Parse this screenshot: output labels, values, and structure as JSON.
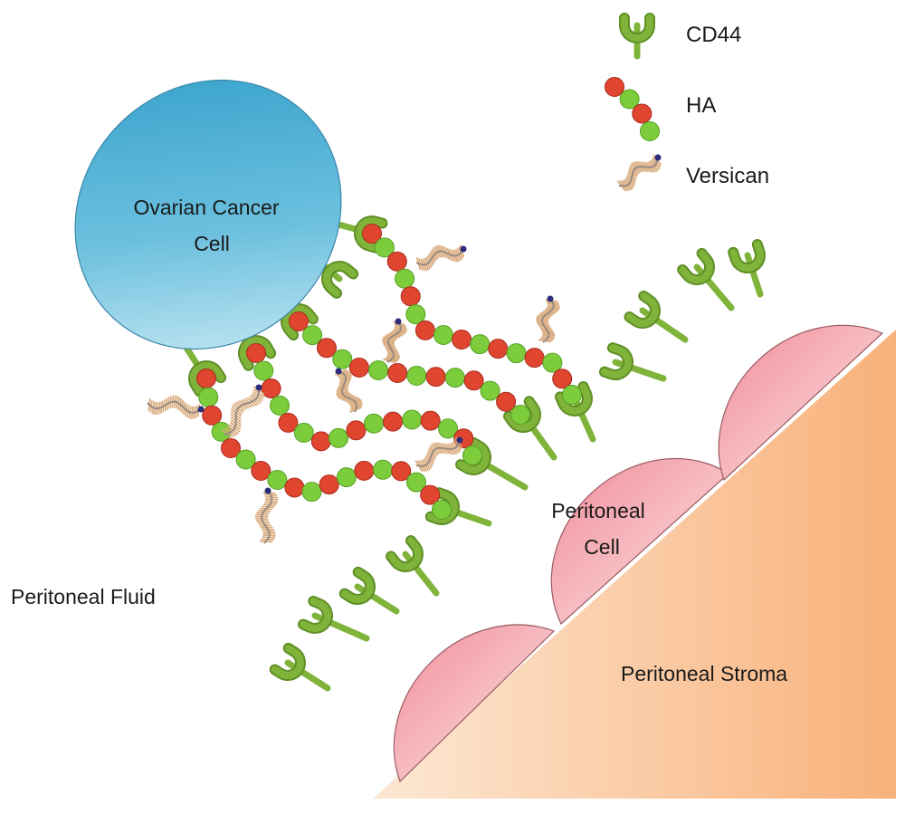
{
  "legend": {
    "cd44": "CD44",
    "ha": "HA",
    "versican": "Versican"
  },
  "labels": {
    "ovarian_cancer_cell_line1": "Ovarian Cancer",
    "ovarian_cancer_cell_line2": "Cell",
    "peritoneal_cell_line1": "Peritoneal",
    "peritoneal_cell_line2": "Cell",
    "peritoneal_fluid": "Peritoneal Fluid",
    "peritoneal_stroma": "Peritoneal Stroma"
  },
  "colors": {
    "cancer_cell": "#5bb8d6",
    "peritoneal_cell": "#f0a0aa",
    "stroma": "#f9b47a",
    "cd44": "#7fb33a",
    "ha_red": "#e04530",
    "ha_green": "#7ccc3c",
    "versican": "#d8a878"
  }
}
